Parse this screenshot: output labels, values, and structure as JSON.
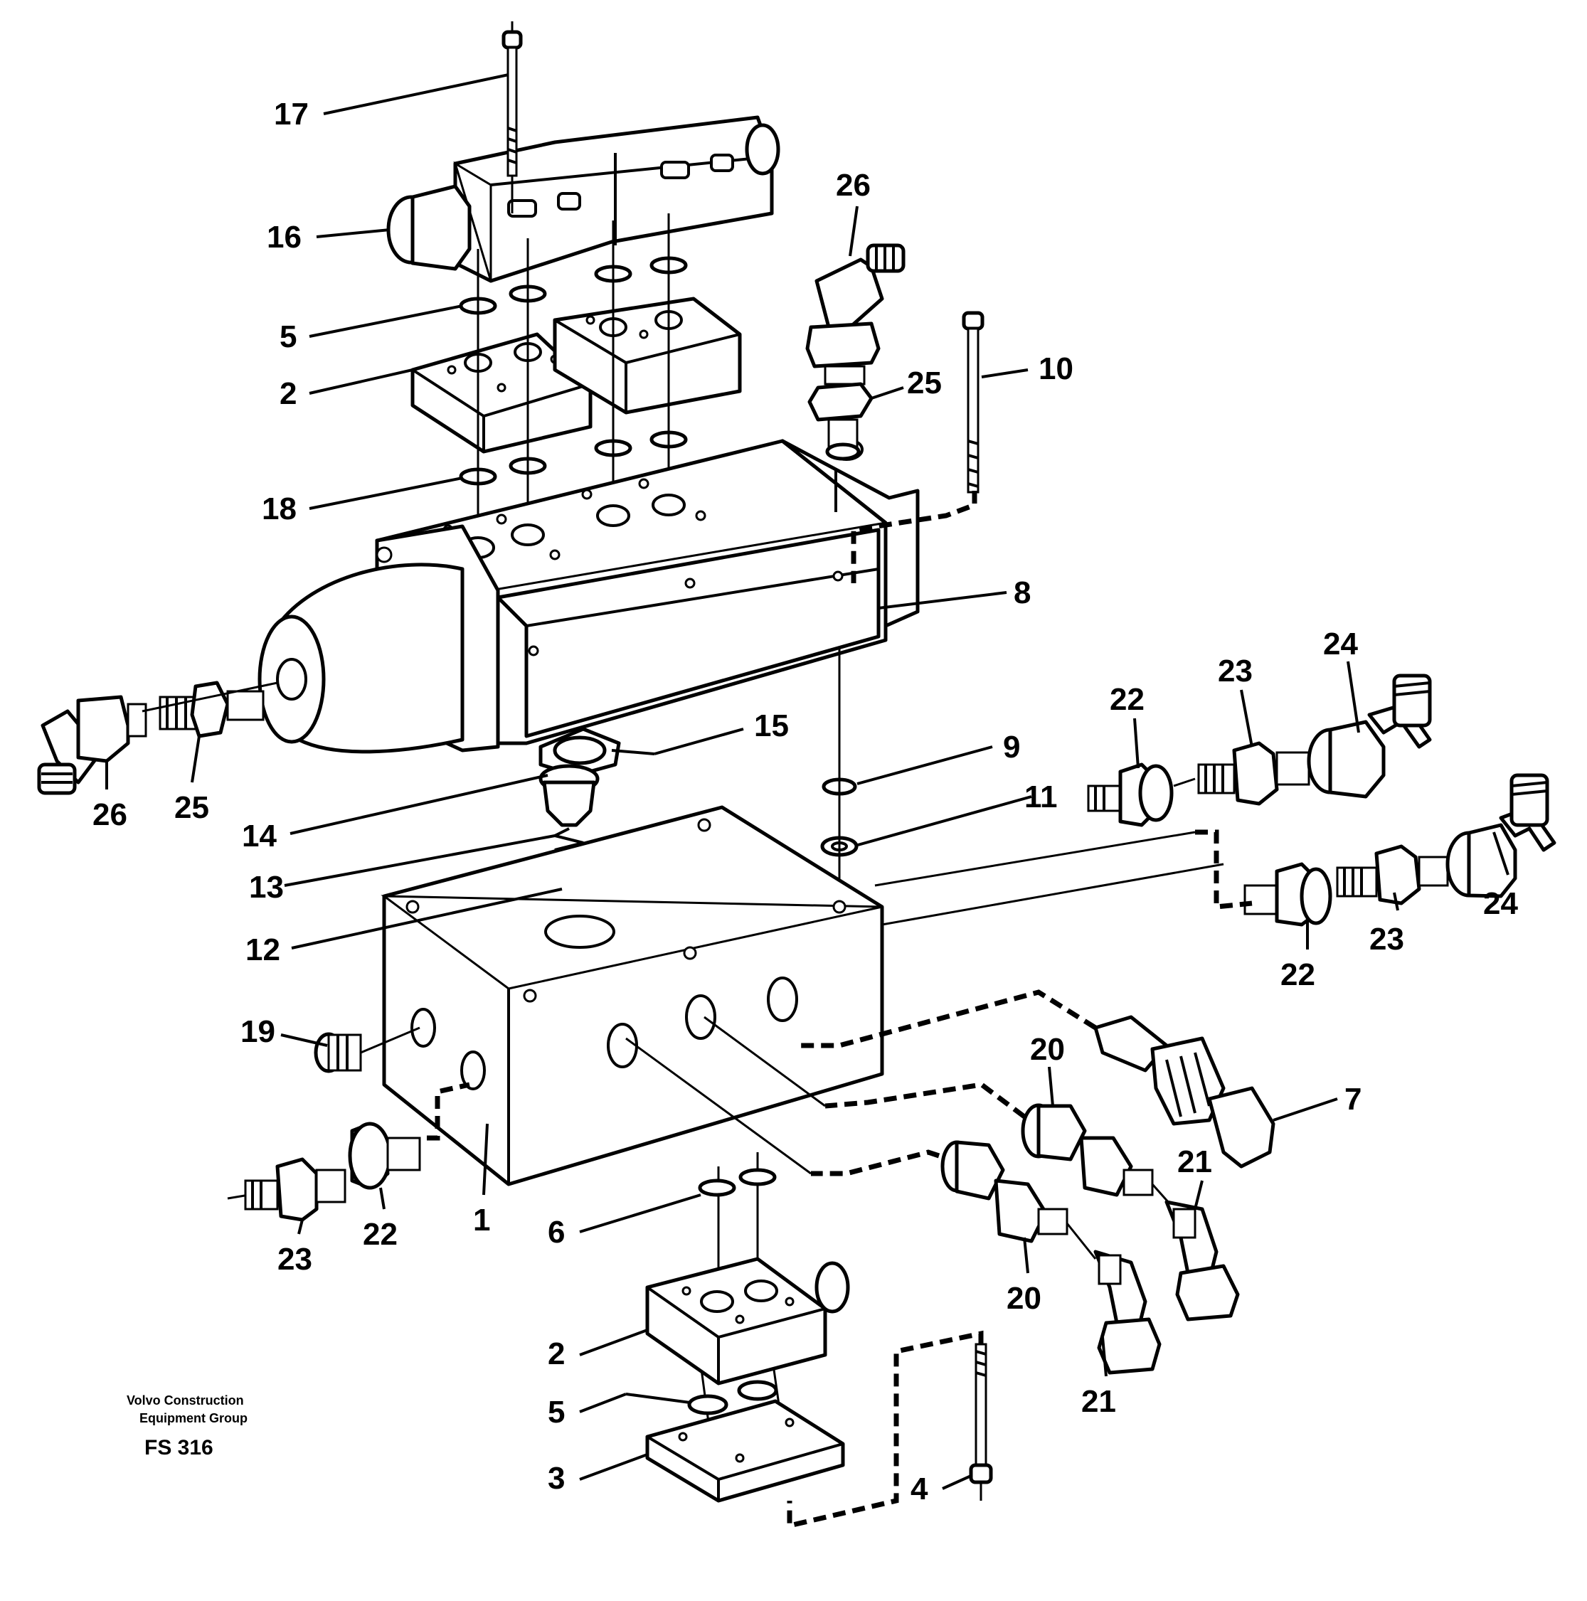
{
  "callouts": [
    {
      "id": "c17",
      "label": "17"
    },
    {
      "id": "c16",
      "label": "16"
    },
    {
      "id": "c26a",
      "label": "26"
    },
    {
      "id": "c5a",
      "label": "5"
    },
    {
      "id": "c10",
      "label": "10"
    },
    {
      "id": "c25a",
      "label": "25"
    },
    {
      "id": "c2a",
      "label": "2"
    },
    {
      "id": "c18",
      "label": "18"
    },
    {
      "id": "c8",
      "label": "8"
    },
    {
      "id": "c24a",
      "label": "24"
    },
    {
      "id": "c23a",
      "label": "23"
    },
    {
      "id": "c22a",
      "label": "22"
    },
    {
      "id": "c15",
      "label": "15"
    },
    {
      "id": "c9",
      "label": "9"
    },
    {
      "id": "c26b",
      "label": "26"
    },
    {
      "id": "c25b",
      "label": "25"
    },
    {
      "id": "c11",
      "label": "11"
    },
    {
      "id": "c14",
      "label": "14"
    },
    {
      "id": "c24b",
      "label": "24"
    },
    {
      "id": "c13",
      "label": "13"
    },
    {
      "id": "c23b",
      "label": "23"
    },
    {
      "id": "c22b",
      "label": "22"
    },
    {
      "id": "c12",
      "label": "12"
    },
    {
      "id": "c19",
      "label": "19"
    },
    {
      "id": "c20a",
      "label": "20"
    },
    {
      "id": "c7",
      "label": "7"
    },
    {
      "id": "c21a",
      "label": "21"
    },
    {
      "id": "c1",
      "label": "1"
    },
    {
      "id": "c6",
      "label": "6"
    },
    {
      "id": "c23c",
      "label": "23"
    },
    {
      "id": "c22c",
      "label": "22"
    },
    {
      "id": "c20b",
      "label": "20"
    },
    {
      "id": "c2b",
      "label": "2"
    },
    {
      "id": "c21b",
      "label": "21"
    },
    {
      "id": "c5b",
      "label": "5"
    },
    {
      "id": "c3",
      "label": "3"
    },
    {
      "id": "c4",
      "label": "4"
    }
  ],
  "footer": {
    "company_line1": "Volvo Construction",
    "company_line2": "Equipment Group",
    "figure_code": "FS 316"
  }
}
